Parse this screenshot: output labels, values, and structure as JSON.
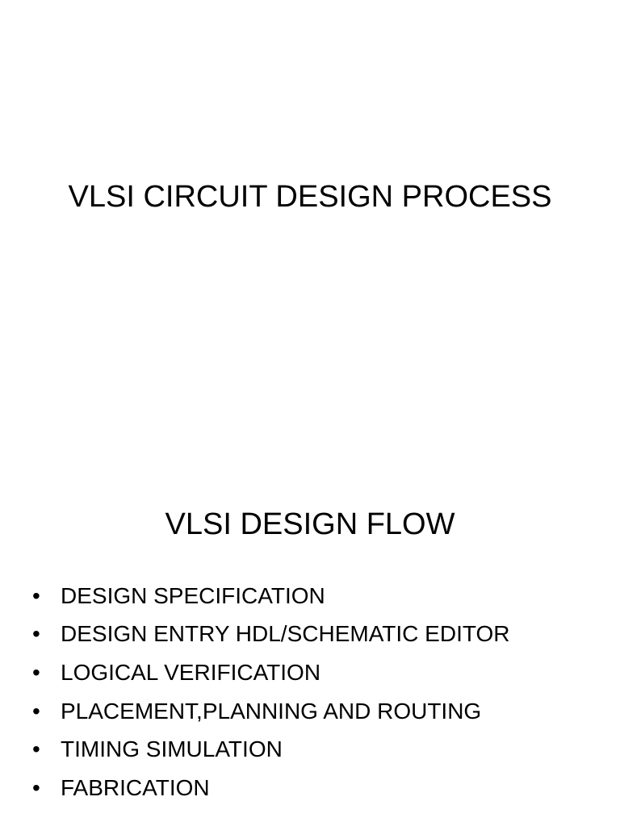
{
  "slides": [
    {
      "title": "VLSI CIRCUIT DESIGN PROCESS"
    },
    {
      "title": "VLSI DESIGN FLOW",
      "bullets": [
        "DESIGN SPECIFICATION",
        "DESIGN ENTRY HDL/SCHEMATIC EDITOR",
        "LOGICAL VERIFICATION",
        "PLACEMENT,PLANNING AND ROUTING",
        "TIMING SIMULATION",
        "FABRICATION"
      ],
      "bullet_symbol": "•"
    }
  ]
}
